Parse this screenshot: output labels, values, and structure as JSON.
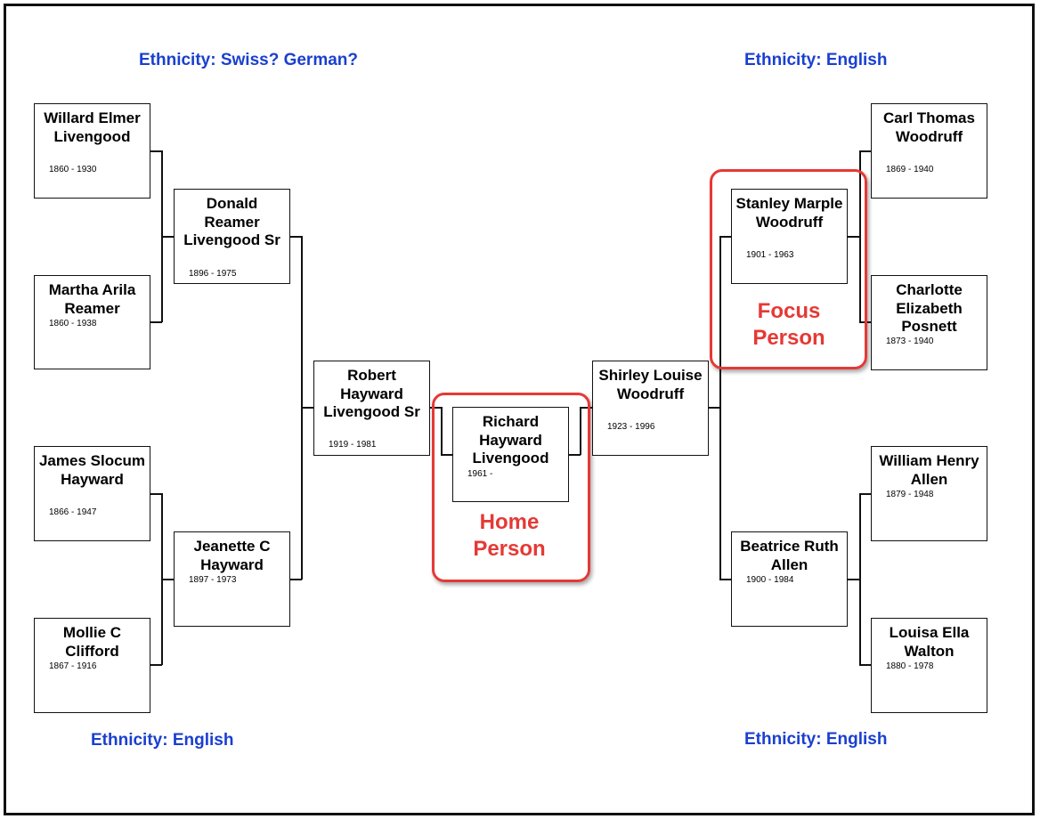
{
  "ethnicity": {
    "top_left": "Ethnicity: Swiss? German?",
    "top_right": "Ethnicity: English",
    "bottom_left": "Ethnicity: English",
    "bottom_right": "Ethnicity: English"
  },
  "people": {
    "willard": {
      "name": "Willard Elmer Livengood",
      "dates": "1860 - 1930"
    },
    "martha": {
      "name": "Martha Arila Reamer",
      "dates": "1860 - 1938"
    },
    "james": {
      "name": "James Slocum Hayward",
      "dates": "1866 - 1947"
    },
    "mollie": {
      "name": "Mollie C Clifford",
      "dates": "1867 - 1916"
    },
    "donald": {
      "name": "Donald Reamer Livengood Sr",
      "dates": "1896 - 1975"
    },
    "jeanette": {
      "name": "Jeanette C Hayward",
      "dates": "1897 - 1973"
    },
    "robert": {
      "name": "Robert Hayward Livengood Sr",
      "dates": "1919 - 1981"
    },
    "richard": {
      "name": "Richard Hayward Livengood",
      "dates": "1961 -"
    },
    "shirley": {
      "name": "Shirley Louise Woodruff",
      "dates": "1923 - 1996"
    },
    "stanley": {
      "name": "Stanley Marple Woodruff",
      "dates": "1901 - 1963"
    },
    "beatrice": {
      "name": "Beatrice Ruth Allen",
      "dates": "1900 - 1984"
    },
    "carl": {
      "name": "Carl Thomas Woodruff",
      "dates": "1869 - 1940"
    },
    "charlotte": {
      "name": "Charlotte Elizabeth Posnett",
      "dates": "1873 - 1940"
    },
    "william": {
      "name": "William Henry Allen",
      "dates": "1879 - 1948"
    },
    "louisa": {
      "name": "Louisa Ella Walton",
      "dates": "1880 - 1978"
    }
  },
  "highlights": {
    "home": "Home Person",
    "focus": "Focus Person"
  },
  "colors": {
    "ethnicity_text": "#1a3fd0",
    "highlight": "#e53935",
    "lines": "#111111"
  }
}
